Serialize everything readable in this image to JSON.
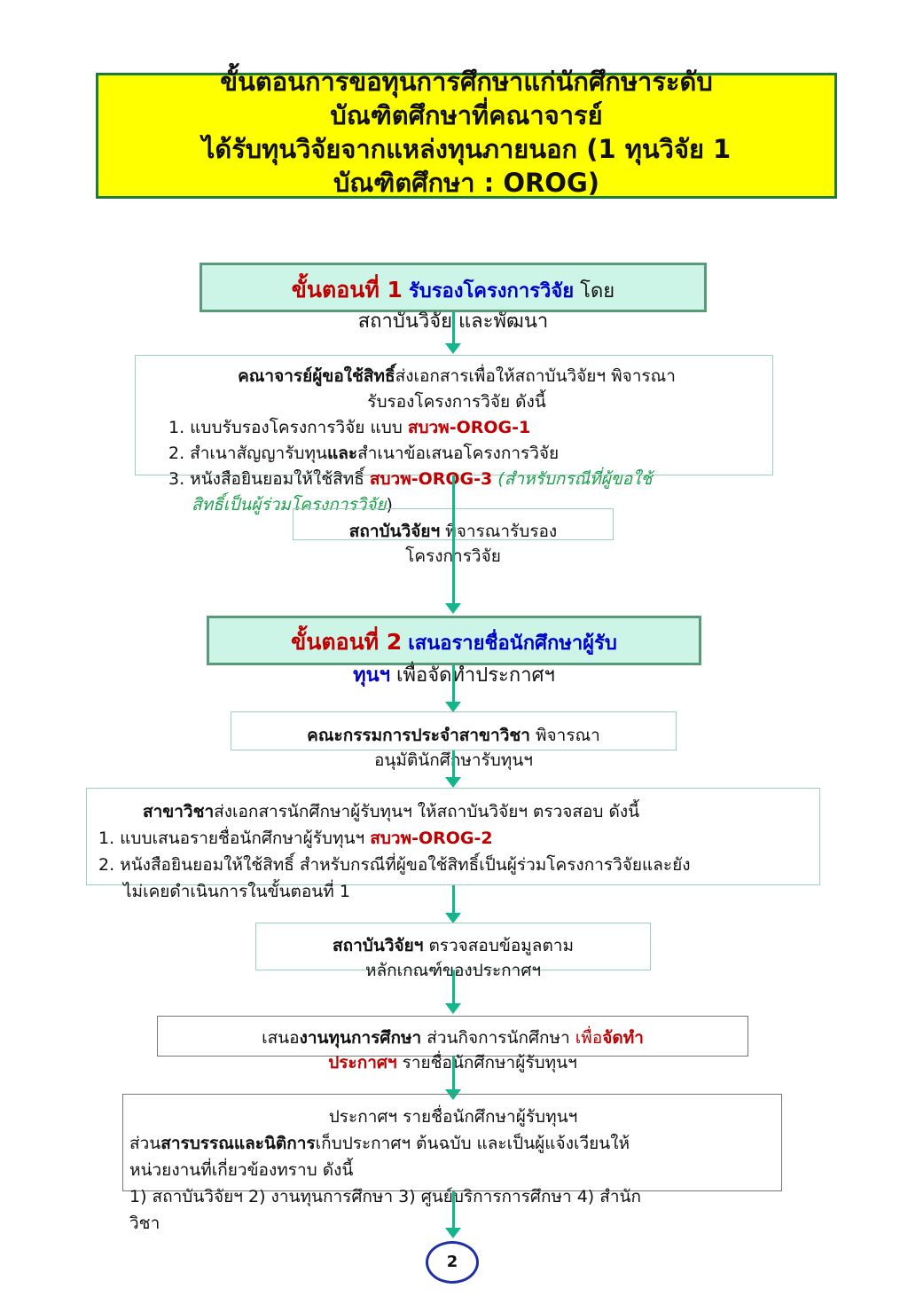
{
  "title": {
    "line1": "ขั้นตอนการขอทุนการศึกษาแก่นักศึกษาระดับ",
    "line2": "บัณฑิตศึกษาที่คณาจารย์",
    "line3": "ได้รับทุนวิจัยจากแหล่งทุนภายนอก (1 ทุนวิจัย 1",
    "line4": "บัณฑิตศึกษา : OROG)"
  },
  "step1": {
    "label": "ขั้นตอนที่ 1",
    "action": "รับรองโครงการวิจัย",
    "rest1": " โดย",
    "rest2": "สถาบันวิจัย และพัฒนา"
  },
  "box1": {
    "actor": "คณาจารย์ผู้ขอใช้สิทธิ์",
    "text1": "ส่งเอกสารเพื่อให้สถาบันวิจัยฯ พิจารณา",
    "text2": "รับรองโครงการวิจัย ดังนี้",
    "item1_text": "1. แบบรับรองโครงการวิจัย แบบ ",
    "item1_code": "สบวพ-OROG-1",
    "item2_a": "2. สำเนาสัญญารับทุน",
    "item2_b": "และ",
    "item2_c": "สำเนาข้อเสนอโครงการวิจัย",
    "item3_text": "3. หนังสือยินยอมให้ใช้สิทธิ์ ",
    "item3_code": "สบวพ-OROG-3",
    "item3_note1": " (สำหรับกรณีที่ผู้ขอใช้",
    "item3_note2": "สิทธิ์เป็นผู้ร่วมโครงการวิจัย",
    "item3_close": ")"
  },
  "box2": {
    "actor": "สถาบันวิจัยฯ",
    "text1": " พิจารณารับรอง",
    "text2": "โครงการวิจัย"
  },
  "step2": {
    "label": "ขั้นตอนที่ 2",
    "action": "เสนอรายชื่อนักศึกษาผู้รับ",
    "action2": "ทุนฯ",
    "rest": " เพื่อจัดทำประกาศฯ"
  },
  "box3": {
    "actor": "คณะกรรมการประจำสาขาวิชา",
    "text1": " พิจารณา",
    "text2": "อนุมัตินักศึกษารับทุนฯ"
  },
  "box4": {
    "actor": "สาขาวิชา",
    "text1": "ส่งเอกสารนักศึกษาผู้รับทุนฯ ให้สถาบันวิจัยฯ ตรวจสอบ ดังนี้",
    "item1_text": "1. แบบเสนอรายชื่อนักศึกษาผู้รับทุนฯ ",
    "item1_code": "สบวพ-OROG-2",
    "item2_line1": "2. หนังสือยินยอมให้ใช้สิทธิ์ สำหรับกรณีที่ผู้ขอใช้สิทธิ์เป็นผู้ร่วมโครงการวิจัยและยัง",
    "item2_line2": "ไม่เคยดำเนินการในขั้นตอนที่ 1"
  },
  "box5": {
    "actor": "สถาบันวิจัยฯ",
    "text1": " ตรวจสอบข้อมูลตาม",
    "text2": "หลักเกณฑ์ของประกาศฯ"
  },
  "box6": {
    "pre": "เสนอ",
    "unit": "งานทุนการศึกษา",
    "mid": " ส่วนกิจการนักศึกษา ",
    "purpose_a": "เพื่อ",
    "purpose_b": "จัดทำ",
    "purpose_c": "ประกาศฯ",
    "rest": " รายชื่อนักศึกษาผู้รับทุนฯ"
  },
  "box7": {
    "line1": "ประกาศฯ รายชื่อนักศึกษาผู้รับทุนฯ",
    "line2_pre": "ส่วน",
    "line2_unit": "สารบรรณและนิติการ",
    "line2_rest": "เก็บประกาศฯ ต้นฉบับ และเป็นผู้แจ้งเวียนให้",
    "line3": "หน่วยงานที่เกี่ยวข้องทราบ ดังนี้",
    "line4": "1) สถาบันวิจัยฯ 2) งานทุนการศึกษา  3) ศูนย์บริการการศึกษา 4) สำนัก",
    "line5": "วิชา"
  },
  "page_number": "2",
  "colors": {
    "title_bg": "#ffff00",
    "step_bg": "#ccf5e8",
    "arrow": "#13b58a",
    "red": "#c00000",
    "blue": "#0000cc",
    "green": "#1aa04a"
  }
}
